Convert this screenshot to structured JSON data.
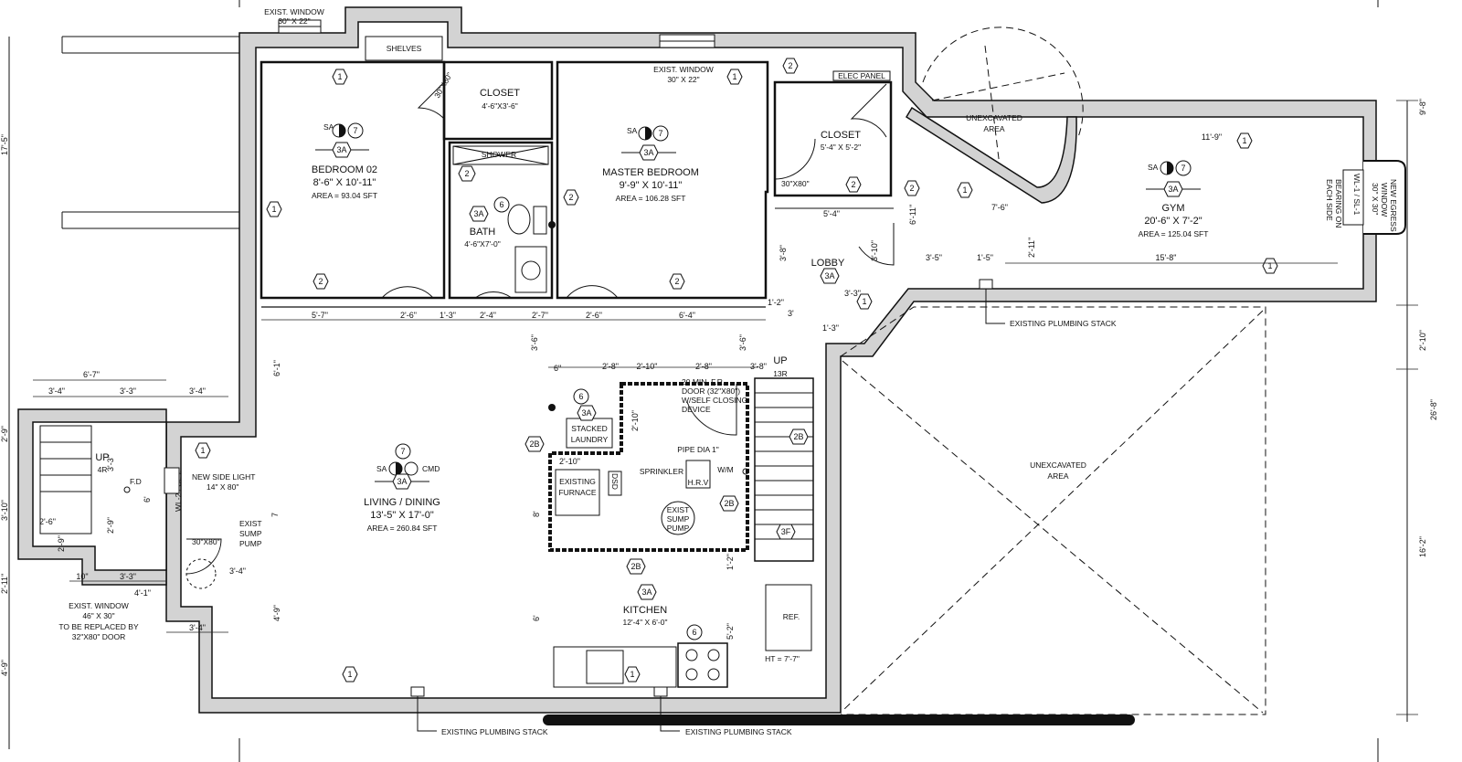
{
  "rooms": {
    "bedroom02": {
      "name": "BEDROOM 02",
      "size": "8'-6\" X 10'-11\"",
      "area": "AREA = 93.04 SFT"
    },
    "master": {
      "name": "MASTER BEDROOM",
      "size": "9'-9\" X 10'-11\"",
      "area": "AREA = 106.28 SFT"
    },
    "living": {
      "name": "LIVING / DINING",
      "size": "13'-5\" X 17'-0\"",
      "area": "AREA = 260.84 SFT"
    },
    "gym": {
      "name": "GYM",
      "size": "20'-6\" X 7'-2\"",
      "area": "AREA = 125.04 SFT"
    },
    "kitchen": {
      "name": "KITCHEN",
      "size": "12'-4\" X 6'-0\""
    },
    "bath": {
      "name": "BATH",
      "size": "4'-6\"X7'-0\""
    },
    "closet1": {
      "name": "CLOSET",
      "size": "4'-6\"X3'-6\""
    },
    "closet2": {
      "name": "CLOSET",
      "size": "5'-4\" X 5'-2\""
    },
    "lobby": {
      "name": "LOBBY"
    },
    "laundry": {
      "line1": "STACKED",
      "line2": "LAUNDRY"
    },
    "furnace": {
      "line1": "EXISTING",
      "line2": "FURNACE"
    }
  },
  "labels": {
    "shelves": "SHELVES",
    "shower": "SHOWER",
    "elec_panel": "ELEC PANEL",
    "exist_window_a": "EXIST. WINDOW",
    "exist_window_a_size": "30\" X 22\"",
    "exist_window_b": "EXIST. WINDOW",
    "exist_window_b_size": "30\" X 22\"",
    "unexcavated_small_1": "UNEXCAVATED",
    "unexcavated_small_2": "AREA",
    "unexcavated_big_1": "UNEXCAVATED",
    "unexcavated_big_2": "AREA",
    "plumbing_stack_1": "EXISTING PLUMBING STACK",
    "plumbing_stack_2": "EXISTING PLUMBING STACK",
    "plumbing_stack_3": "EXISTING PLUMBING STACK",
    "new_side_light_1": "NEW SIDE LIGHT",
    "new_side_light_2": "14\" X 80\"",
    "exist_sump_1": "EXIST",
    "exist_sump_2": "SUMP",
    "exist_sump_3": "PUMP",
    "exist_sump_b_1": "EXIST",
    "exist_sump_b_2": "SUMP",
    "exist_sump_b_3": "PUMP",
    "pipe_dia": "PIPE DIA 1\"",
    "sprinkler": "SPRINKLER",
    "hrv": "H.R.V",
    "wm": "W/M",
    "fr_door_1": "20 MIN. F.R.",
    "fr_door_2": "DOOR (32\"X80\")",
    "fr_door_3": "W/SELF CLOSING",
    "fr_door_4": "DEVICE",
    "up_13r_1": "UP",
    "up_13r_2": "13R",
    "up_4r_1": "UP",
    "up_4r_2": "4R",
    "fd": "F.D",
    "ref": "REF.",
    "ht": "HT = 7'-7\"",
    "dsd": "DSD",
    "window_replace_1": "EXIST. WINDOW",
    "window_replace_2": "46\" X 30\"",
    "window_replace_3": "TO BE REPLACED BY",
    "window_replace_4": "32\"X80\" DOOR",
    "egress_1": "NEW EGRESS",
    "egress_2": "WINDOW",
    "egress_3": "30\" X 30\"",
    "egress_4": "BEARING ON",
    "egress_5": "EACH SIDE",
    "egress_6": "WL-1 / SL-1",
    "wl2": "WL-2 / SL-2",
    "sa": "SA",
    "cmd": "CMD",
    "door_30x80": "30\"X80\""
  },
  "tags": {
    "t1": "1",
    "t2": "2",
    "t3a": "3A",
    "t2b": "2B",
    "t3f": "3F",
    "t6": "6",
    "t7": "7"
  },
  "dims": {
    "d_57": "5'-7\"",
    "d_26": "2'-6\"",
    "d_13": "1'-3\"",
    "d_24": "2'-4\"",
    "d_27": "2'-7\"",
    "d_26b": "2'-6\"",
    "d_64": "6'-4\"",
    "d_61": "6'-1\"",
    "d_7": "7",
    "d_49": "4'-9\"",
    "d_36": "3'-6\"",
    "d_6": "6\"",
    "d_28": "2'-8\"",
    "d_210": "2'-10\"",
    "d_28b": "2'-8\"",
    "d_36b": "3'-6\"",
    "d_38": "3'-8\"",
    "d_210b": "2'-10\"",
    "d_210c": "2'-10\"",
    "d_8": "8'",
    "d_6b": "6'",
    "d_12": "1'-2\"",
    "d_52": "5'-2\"",
    "d_67": "6'-7\"",
    "d_34": "3'-4\"",
    "d_33": "3'-3\"",
    "d_34b": "3'-4\"",
    "d_26c": "2'-6\"",
    "d_29": "2'-9\"",
    "d_29b": "2'-9\"",
    "d_10": "10\"",
    "d_33b": "3'-3\"",
    "d_41": "4'-1\"",
    "d_34c": "3'-4\"",
    "d_34d": "3'-4\"",
    "d_6c": "6'",
    "d_54": "5'-4\"",
    "d_38b": "3'-8\"",
    "d_310": "3'-10\"",
    "d_33c": "3'-3\"",
    "d_13b": "1'-3\"",
    "d_611": "6'-11\"",
    "d_35": "3'-5\"",
    "d_15": "1'-5\"",
    "d_158": "15'-8\"",
    "d_119": "11'-9\"",
    "d_76": "7'-6\"",
    "d_211": "2'-11\"",
    "d_12b": "1'-2\"",
    "d_3": "3'",
    "d_98": "9'-8\"",
    "d_210d": "2'-10\"",
    "d_162": "16'-2\"",
    "d_268": "26'-8\"",
    "d_175": "17'-5\"",
    "d_29c": "2'-9\"",
    "d_310b": "3'-10\"",
    "d_211b": "2'-11\"",
    "d_49b": "4'-9\"",
    "d_33d": "3'-3\""
  }
}
